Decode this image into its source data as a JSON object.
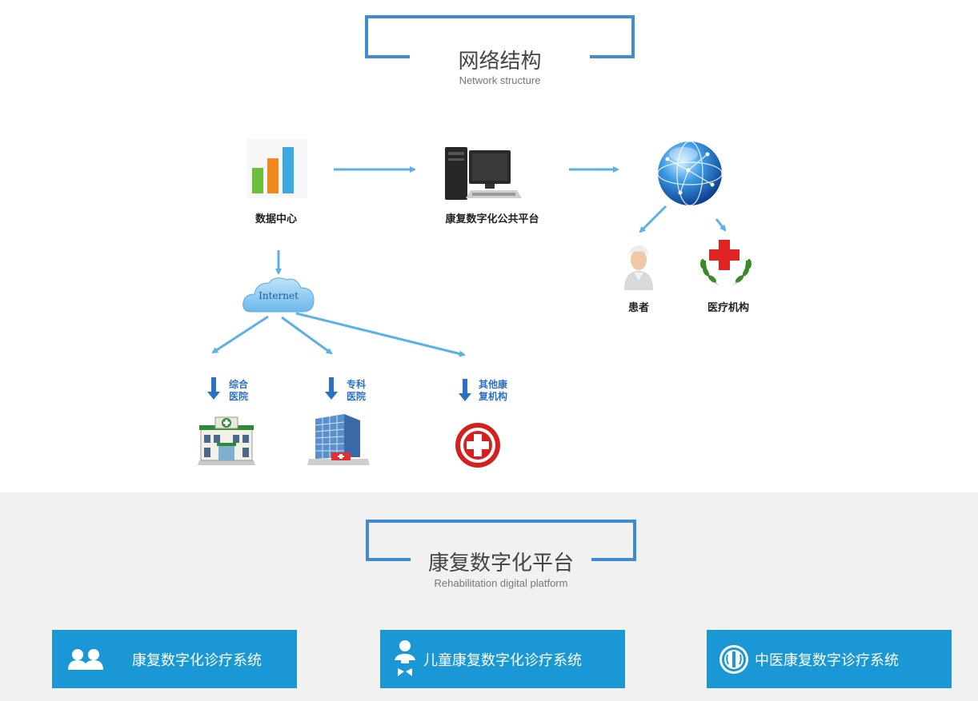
{
  "network": {
    "title": "网络结构",
    "subtitle": "Network structure",
    "nodes": {
      "data_center": "数据中心",
      "platform": "康复数字化公共平台",
      "patient": "患者",
      "medical_institution": "医疗机构",
      "internet": "Internet"
    },
    "branches": [
      {
        "line1": "综合",
        "line2": "医院"
      },
      {
        "line1": "专科",
        "line2": "医院"
      },
      {
        "line1": "其他康",
        "line2": "复机构"
      }
    ]
  },
  "platform_section": {
    "title": "康复数字化平台",
    "subtitle": "Rehabilitation digital platform",
    "buttons": [
      {
        "label": "康复数字化诊疗系统",
        "icon": "users-icon"
      },
      {
        "label": "儿童康复数字化诊疗系统",
        "icon": "child-icon"
      },
      {
        "label": "中医康复数字诊疗系统",
        "icon": "tcm-emblem-icon"
      }
    ]
  },
  "colors": {
    "frame": "#3f8bd6",
    "arrow": "#5bb0e6",
    "button_bg": "#1a98d5",
    "band_bg": "#f1f1f1"
  }
}
